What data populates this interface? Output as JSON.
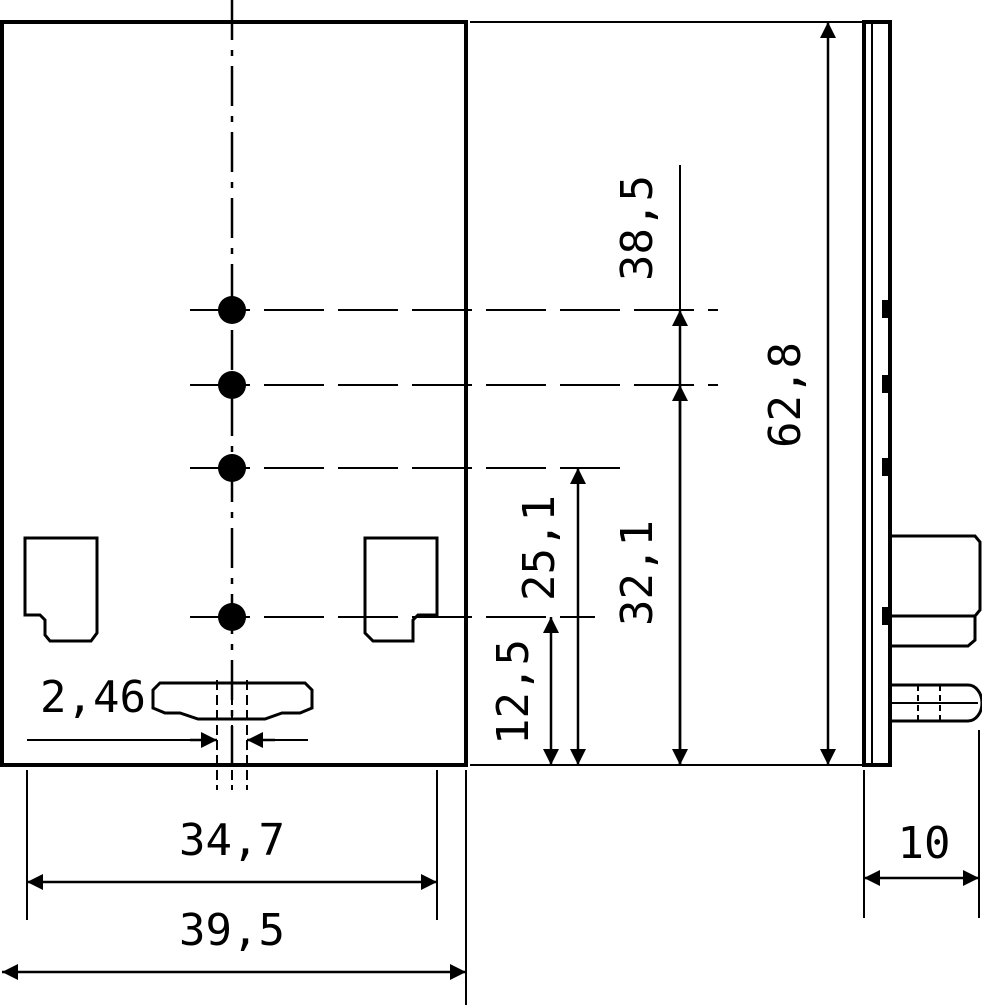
{
  "dimensions": {
    "d_2_46": "2,46",
    "d_34_7": "34,7",
    "d_39_5": "39,5",
    "d_10": "10",
    "d_12_5": "12,5",
    "d_25_1": "25,1",
    "d_32_1": "32,1",
    "d_38_5": "38,5",
    "d_62_8": "62,8"
  }
}
